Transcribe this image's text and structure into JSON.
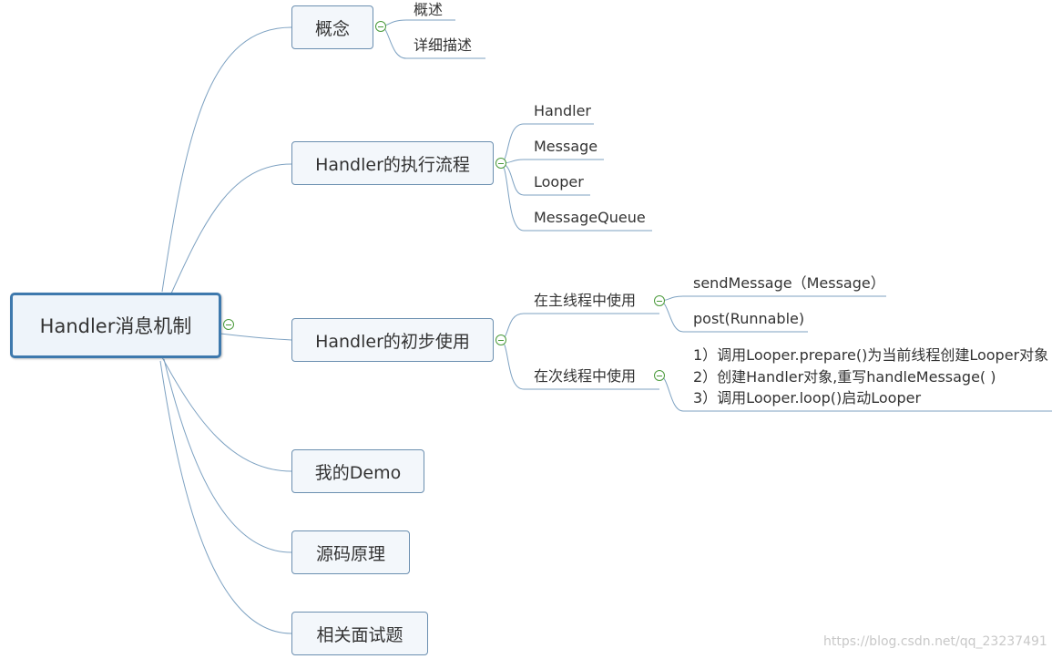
{
  "root": {
    "label": "Handler消息机制"
  },
  "branches": [
    {
      "label": "概念",
      "children": [
        "概述",
        "详细描述"
      ]
    },
    {
      "label": "Handler的执行流程",
      "children": [
        "Handler",
        "Message",
        "Looper",
        "MessageQueue"
      ]
    },
    {
      "label": "Handler的初步使用",
      "main_thread": {
        "label": "在主线程中使用",
        "children": [
          "sendMessage（Message）",
          "post(Runnable)"
        ]
      },
      "sub_thread": {
        "label": "在次线程中使用",
        "steps": [
          "1）调用Looper.prepare()为当前线程创建Looper对象",
          "2）创建Handler对象,重写handleMessage( )",
          "3）调用Looper.loop()启动Looper"
        ]
      }
    },
    {
      "label": "我的Demo"
    },
    {
      "label": "源码原理"
    },
    {
      "label": "相关面试题"
    }
  ],
  "watermark": "https://blog.csdn.net/qq_23237491",
  "colors": {
    "line": "#7ea2c2",
    "node_border": "#6b8fb0",
    "root_border": "#3e79ad",
    "toggle": "#4a9a3a"
  }
}
